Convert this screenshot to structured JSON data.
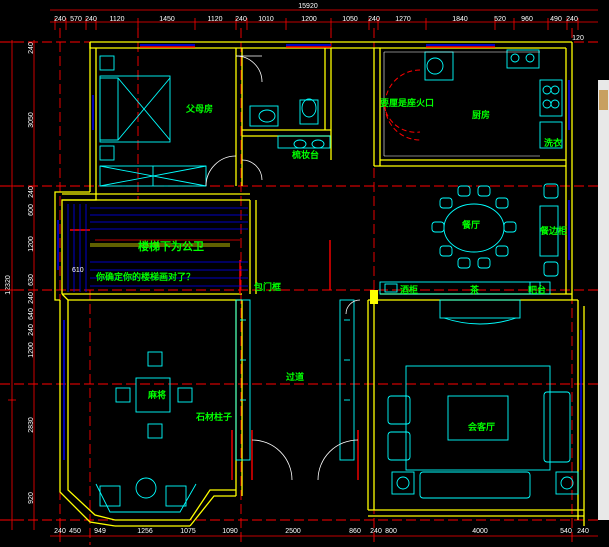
{
  "colors": {
    "wall": "#ffff00",
    "window": "#ff0000",
    "axis": "#ff0000",
    "furniture": "#00ffff",
    "label": "#00ff00",
    "text": "#ffffff",
    "window_blue": "#0000ff"
  },
  "top_overall": "15920",
  "top_dims": [
    "240",
    "570",
    "240",
    "1120",
    "1450",
    "1120",
    "240",
    "1010",
    "1200",
    "1050",
    "240",
    "1270",
    "1840",
    "520",
    "960",
    "490",
    "240"
  ],
  "top_dim_extra": "120",
  "bottom_dims": [
    "240",
    "450",
    "949",
    "1256",
    "1075",
    "1090",
    "2500",
    "860",
    "240",
    "800",
    "4000",
    "540",
    "240"
  ],
  "left_overall": "12320",
  "left_dims": [
    "240",
    "3050",
    "240",
    "600",
    "1200",
    "630",
    "240",
    "640",
    "240",
    "1200",
    "2830",
    "920"
  ],
  "rooms": {
    "parents_bedroom": "父母房",
    "powder_room": "梳妆台",
    "kitchen": "厨房",
    "kitchen_note": "要厘是座火口",
    "laundry": "洗衣",
    "dining": "餐厅",
    "sideboard": "餐边柜",
    "stair_note": "楼梯下为公卫",
    "stair_question": "你确定你的楼梯画对了？",
    "stair_width": "610",
    "wrap_column": "包门框",
    "cabinet": "酒柜",
    "tea": "茶",
    "counter": "吧台",
    "mahjong": "麻将",
    "corridor": "过道",
    "stone_column": "石材柱子",
    "living": "会客厅"
  }
}
